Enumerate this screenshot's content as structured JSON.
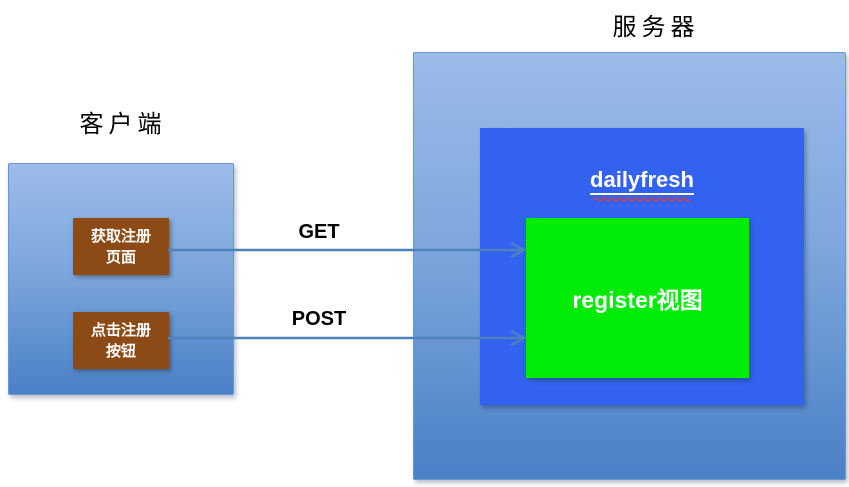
{
  "client": {
    "title": "客户端",
    "steps": [
      {
        "line1": "获取注册",
        "line2": "页面"
      },
      {
        "line1": "点击注册",
        "line2": "按钮"
      }
    ]
  },
  "server": {
    "title": "服务器",
    "app_label": "dailyfresh",
    "view_label": "register视图"
  },
  "arrows": [
    {
      "label": "GET"
    },
    {
      "label": "POST"
    }
  ],
  "colors": {
    "outer_box_top": "#9cbbe9",
    "outer_box_bottom": "#4a80c6",
    "outer_box_border": "#6b96cf",
    "inner_app_blue": "#3462f0",
    "view_green": "#00ec06",
    "step_brown": "#8c4a17",
    "arrow_blue": "#4f81bd",
    "spellcheck_red": "#e23b2e"
  }
}
